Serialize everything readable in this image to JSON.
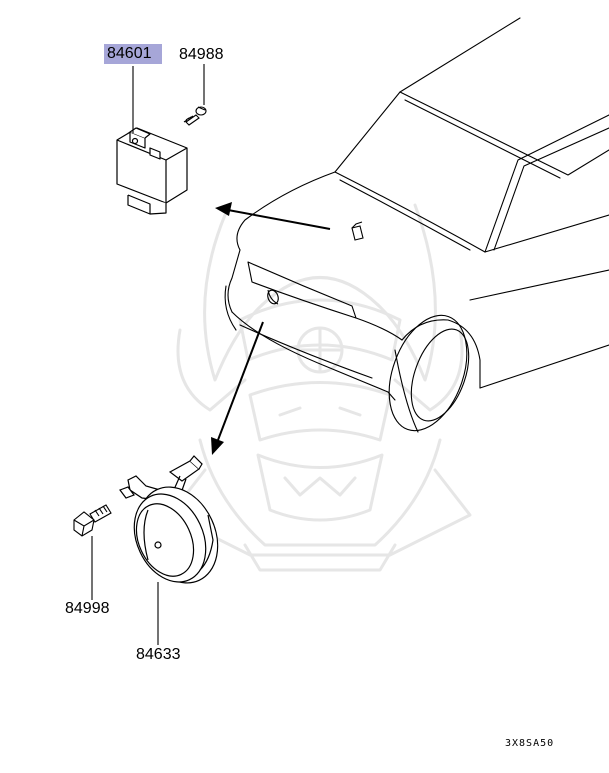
{
  "parts": {
    "relay": "84601",
    "relay_screw": "84988",
    "horn_bolt": "84998",
    "horn": "84633"
  },
  "illustration_code": "3X8SA50",
  "colors": {
    "highlight": "#a6a6d8",
    "line": "#000000",
    "watermark": "#e6e6e6"
  },
  "icons": {
    "watermark": "samurai-helmet-watermark-icon"
  }
}
